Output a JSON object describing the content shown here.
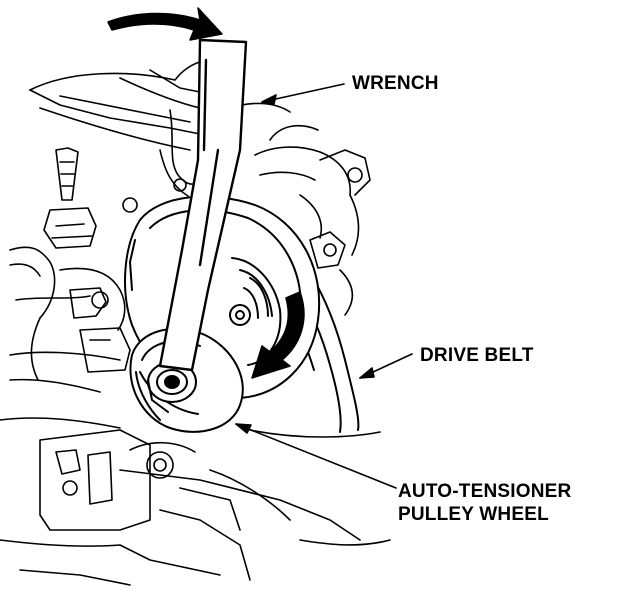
{
  "labels": {
    "wrench": "WRENCH",
    "drive_belt": "DRIVE BELT",
    "auto_tensioner_line1": "AUTO-TENSIONER",
    "auto_tensioner_line2": "PULLEY WHEEL"
  },
  "colors": {
    "ink": "#000000",
    "paper": "#ffffff"
  }
}
